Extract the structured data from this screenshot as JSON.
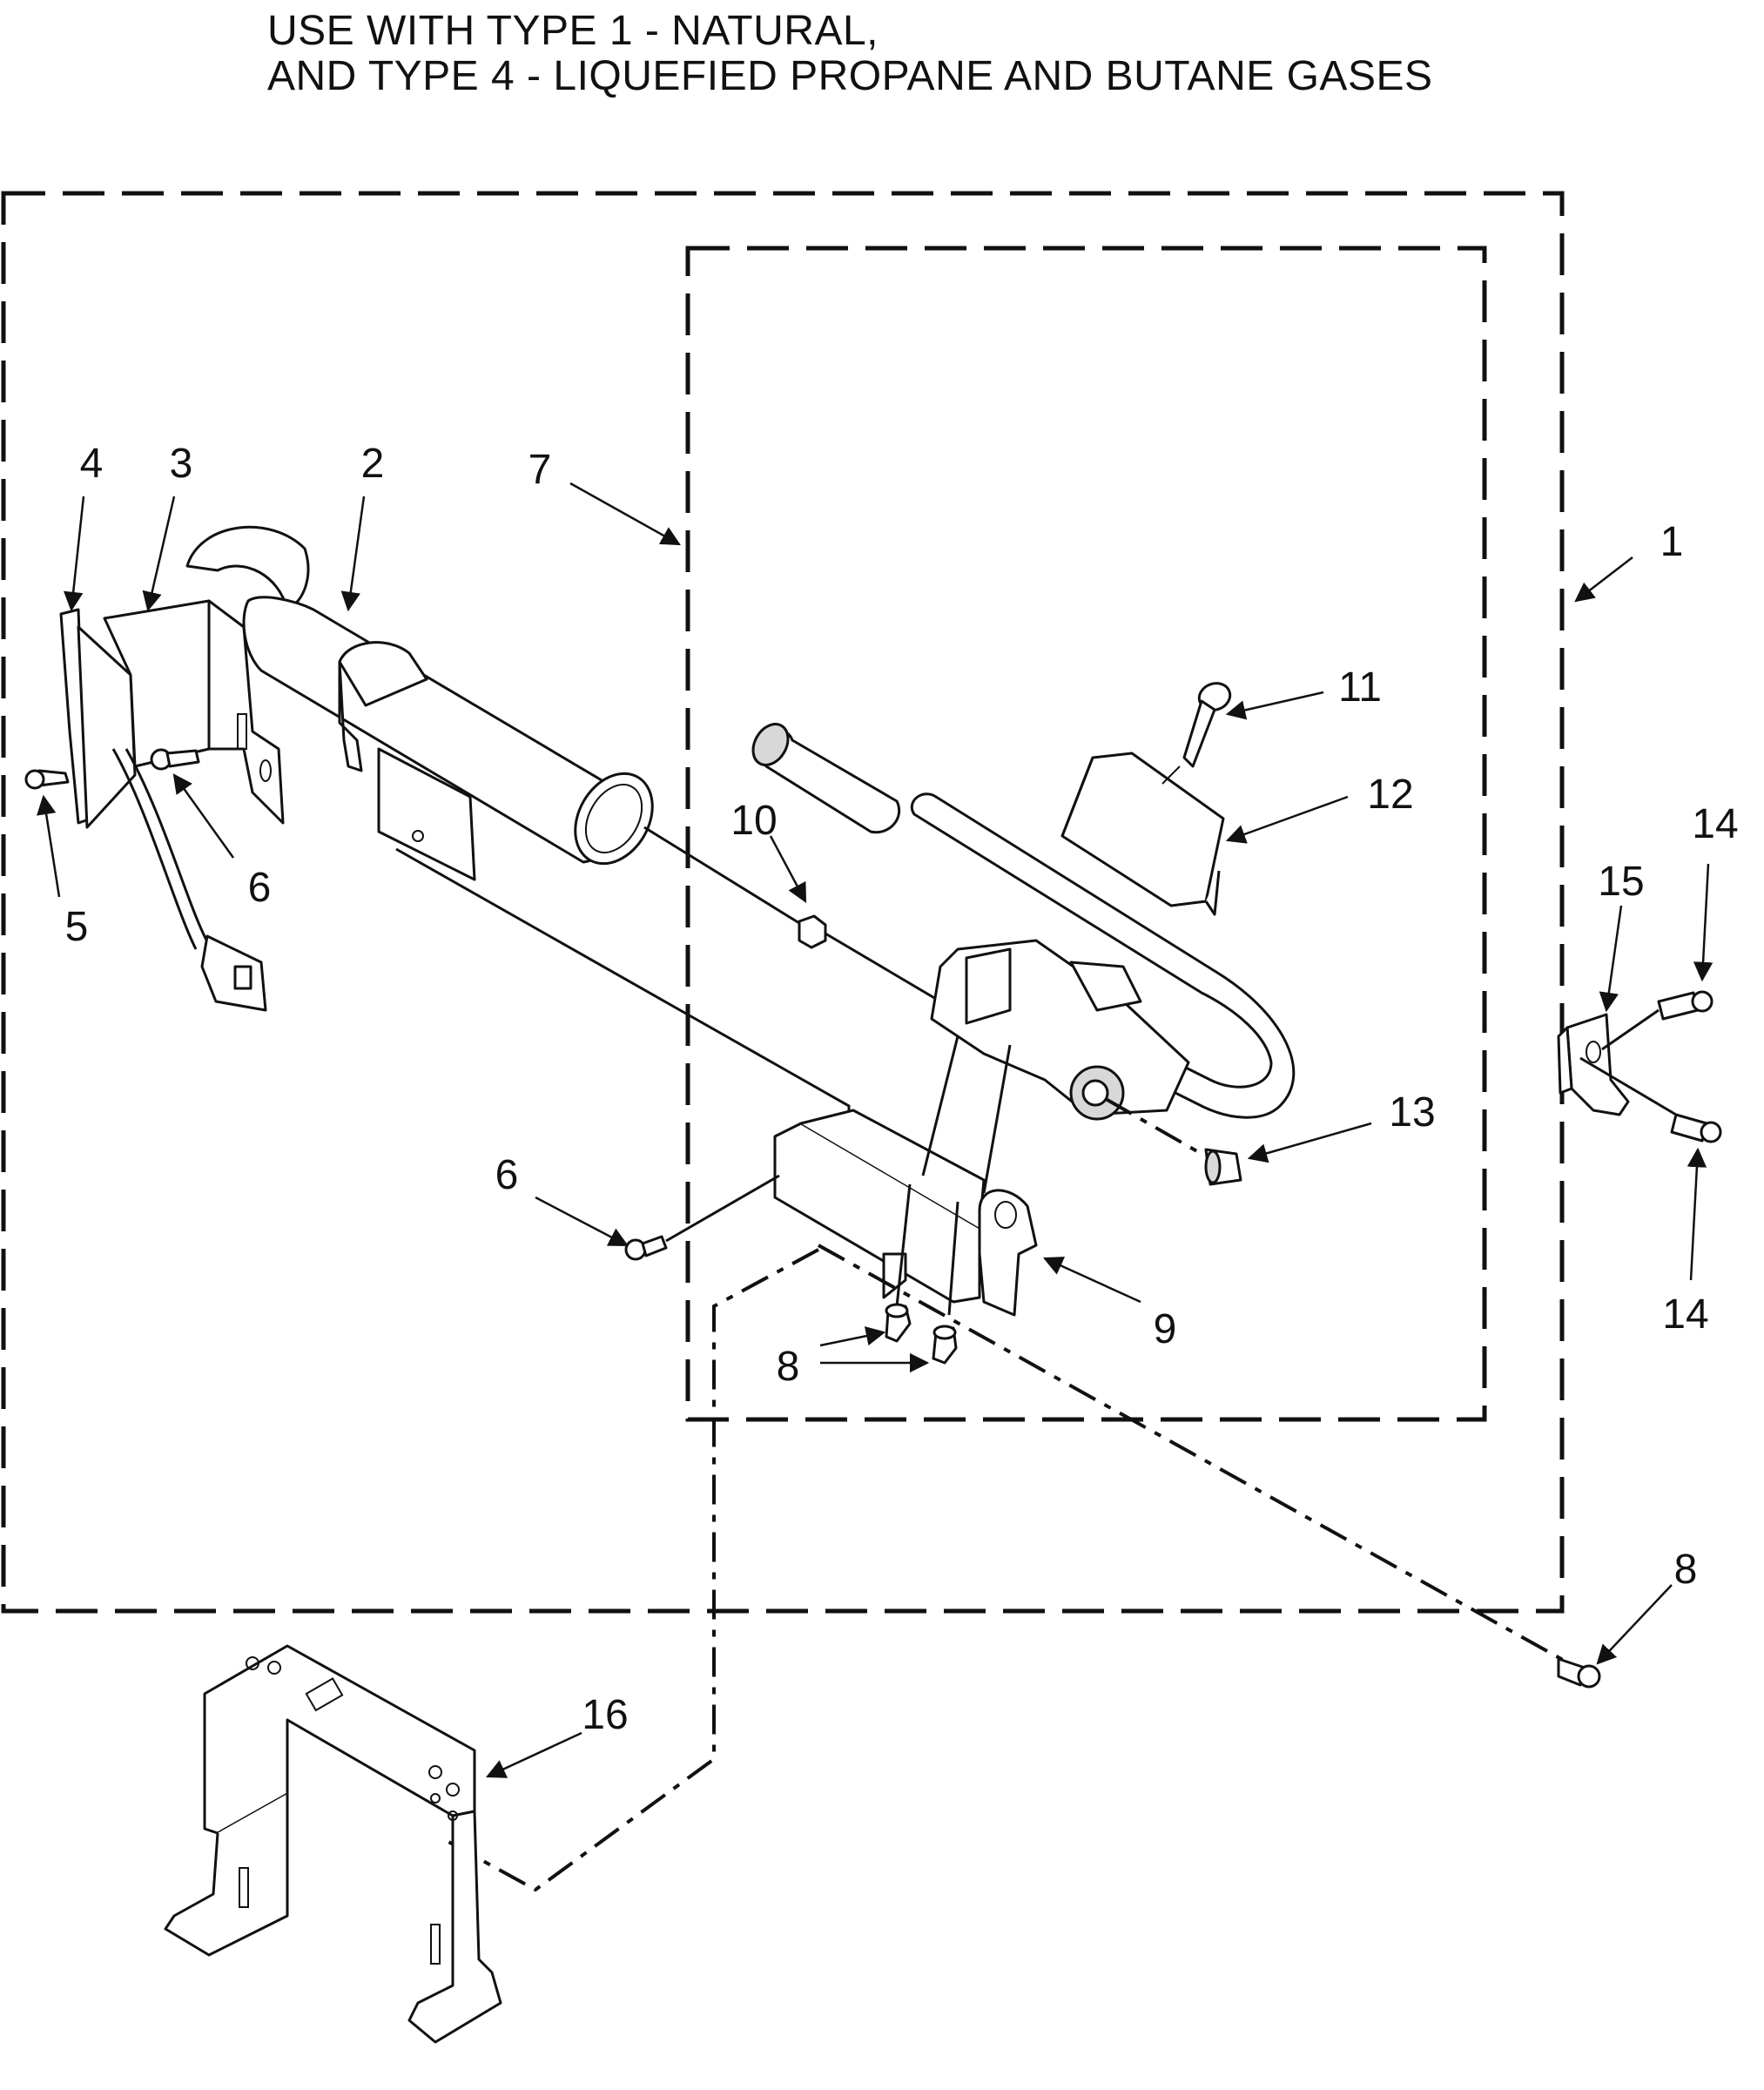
{
  "header": {
    "line1": "USE WITH TYPE 1 - NATURAL,",
    "line2": "AND TYPE 4 - LIQUEFIED PROPANE AND BUTANE GASES"
  },
  "callouts": {
    "c1": "1",
    "c2": "2",
    "c3": "3",
    "c4": "4",
    "c5": "5",
    "c6a": "6",
    "c6b": "6",
    "c7": "7",
    "c8a": "8",
    "c8b": "8",
    "c9": "9",
    "c10": "10",
    "c11": "11",
    "c12": "12",
    "c13": "13",
    "c14a": "14",
    "c14b": "14",
    "c15": "15",
    "c16": "16"
  }
}
